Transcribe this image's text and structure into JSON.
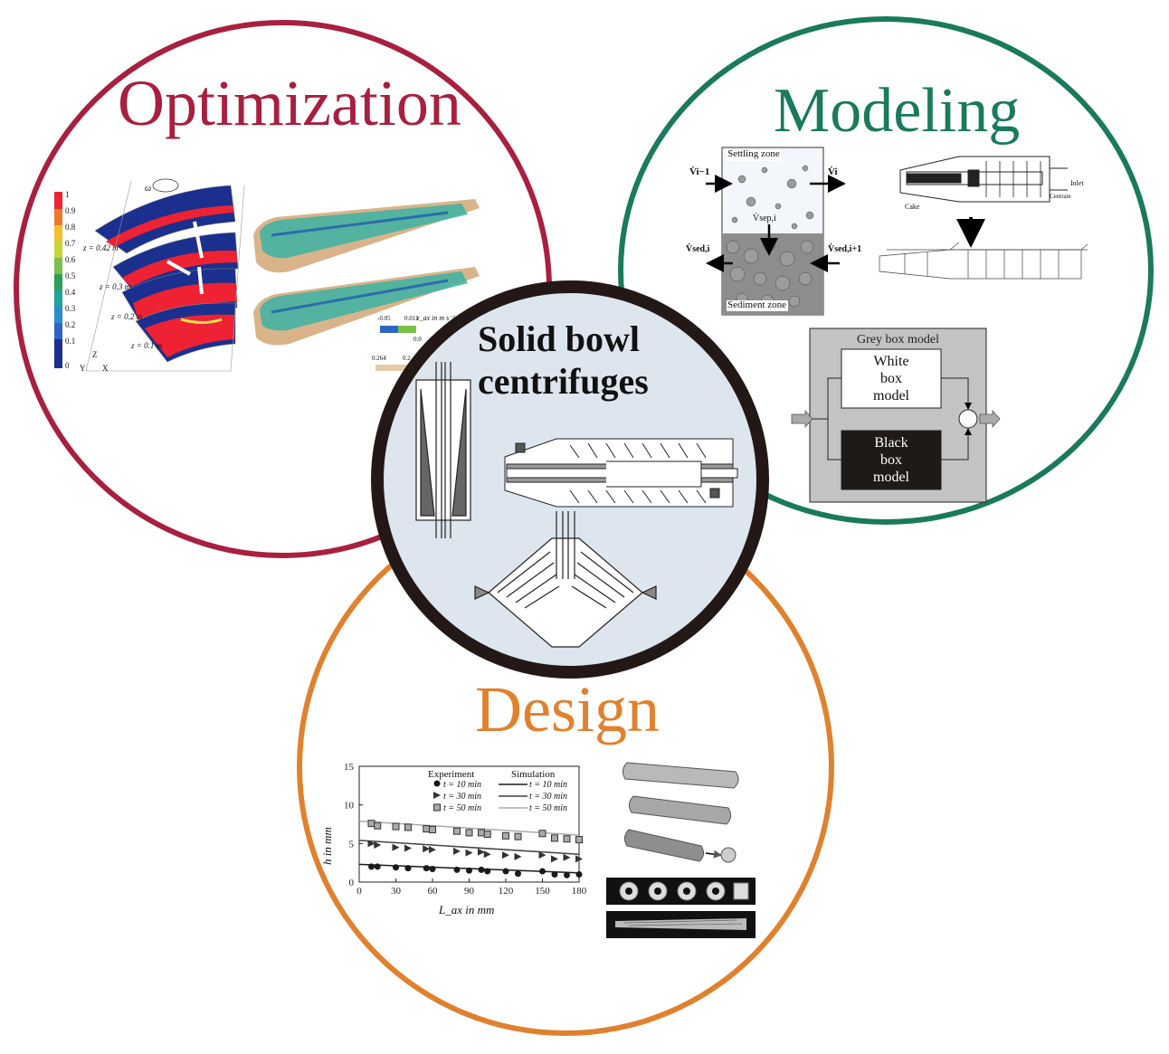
{
  "titles": {
    "optimization": "Optimization",
    "modeling": "Modeling",
    "design": "Design",
    "center_line1": "Solid bowl",
    "center_line2": "centrifuges"
  },
  "colors": {
    "optimization": "#a8203f",
    "modeling": "#1a7a5c",
    "design": "#e0812e",
    "center_ring": "#231815",
    "center_fill": "#dde6ee"
  },
  "optimization_panel": {
    "colorbar_ticks": [
      "1",
      "0.9",
      "0.8",
      "0.7",
      "0.6",
      "0.5",
      "0.4",
      "0.3",
      "0.2",
      "0.1",
      "0"
    ],
    "z_labels": [
      "z = 0.42 m",
      "z = 0.3 m",
      "z = 0.2 m",
      "z = 0.1 m"
    ],
    "omega": "ω",
    "axes": [
      "Y",
      "Z",
      "X"
    ],
    "velocity_label": "v_ax in m s⁻¹",
    "velocity_ticks": [
      "-0.05",
      "0.012",
      "0.0"
    ],
    "second_ticks": [
      "0.264",
      "0.2"
    ]
  },
  "modeling_panel": {
    "settling_zone": "Settling zone",
    "sediment_zone": "Sediment zone",
    "v_in": "V̇i−1",
    "v_out": "V̇i",
    "v_sep": "V̇sep,i",
    "v_sed_i": "V̇sed,i",
    "v_sed_next": "V̇sed,i+1",
    "cake": "Cake",
    "inlet": "Inlet",
    "centrate": "Centrate",
    "grey_box": "Grey box model",
    "white_box": [
      "White",
      "box",
      "model"
    ],
    "black_box": [
      "Black",
      "box",
      "model"
    ]
  },
  "design_panel": {
    "legend_experiment": "Experiment",
    "legend_simulation": "Simulation",
    "legend_rows": [
      "t = 10 min",
      "t = 30 min",
      "t = 50 min"
    ],
    "ylabel": "h in mm",
    "xlabel": "L_ax in mm",
    "xticks": [
      "0",
      "30",
      "60",
      "90",
      "120",
      "150",
      "180"
    ],
    "yticks": [
      "0",
      "5",
      "10",
      "15"
    ]
  },
  "chart_data": {
    "type": "scatter",
    "title": "",
    "xlabel": "Lax in mm",
    "ylabel": "h in mm",
    "xlim": [
      0,
      180
    ],
    "ylim": [
      0,
      15
    ],
    "series": [
      {
        "name": "t = 10 min",
        "kind": "experiment",
        "marker": "circle",
        "x": [
          10,
          15,
          30,
          40,
          55,
          60,
          80,
          90,
          100,
          105,
          120,
          130,
          150,
          160,
          170,
          180
        ],
        "y": [
          2.0,
          2.0,
          1.9,
          1.8,
          1.8,
          1.7,
          1.6,
          1.5,
          1.6,
          1.4,
          1.4,
          1.1,
          1.4,
          1.0,
          0.9,
          1.0
        ]
      },
      {
        "name": "t = 30 min",
        "kind": "experiment",
        "marker": "triangle",
        "x": [
          10,
          15,
          30,
          40,
          55,
          60,
          80,
          90,
          100,
          105,
          120,
          130,
          150,
          160,
          170,
          180
        ],
        "y": [
          5.0,
          4.8,
          4.5,
          4.4,
          4.3,
          4.2,
          4.0,
          3.8,
          3.9,
          3.6,
          3.5,
          3.3,
          3.5,
          3.0,
          3.2,
          3.0
        ]
      },
      {
        "name": "t = 50 min",
        "kind": "experiment",
        "marker": "square",
        "x": [
          10,
          15,
          30,
          40,
          55,
          60,
          80,
          90,
          100,
          105,
          120,
          130,
          150,
          160,
          170,
          180
        ],
        "y": [
          7.6,
          7.3,
          7.2,
          7.1,
          6.9,
          6.8,
          6.6,
          6.4,
          6.4,
          6.2,
          6.0,
          5.9,
          6.3,
          5.7,
          5.6,
          5.5
        ]
      },
      {
        "name": "t = 10 min",
        "kind": "simulation",
        "x": [
          0,
          180
        ],
        "y": [
          2.3,
          1.2
        ]
      },
      {
        "name": "t = 30 min",
        "kind": "simulation",
        "x": [
          0,
          180
        ],
        "y": [
          5.4,
          3.6
        ]
      },
      {
        "name": "t = 50 min",
        "kind": "simulation",
        "x": [
          0,
          180
        ],
        "y": [
          7.9,
          6.1
        ]
      }
    ],
    "legend": "top-right",
    "grid": false
  }
}
